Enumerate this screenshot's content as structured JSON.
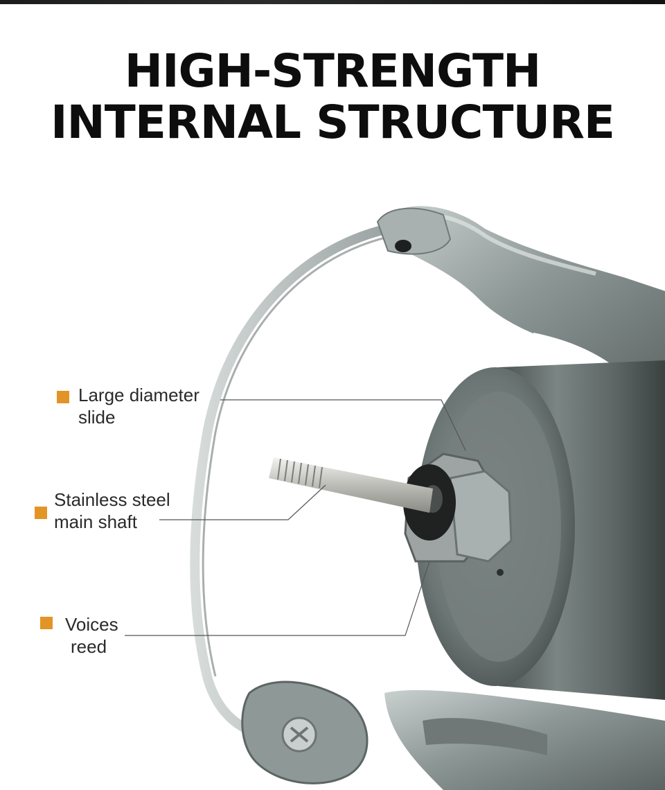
{
  "headline": {
    "line1": "HIGH-STRENGTH",
    "line2": "INTERNAL STRUCTURE"
  },
  "callouts": [
    {
      "line1": "Large diameter",
      "line2": "slide"
    },
    {
      "line1": "Stainless steel",
      "line2": "main shaft"
    },
    {
      "line1": "Voices",
      "line2": "reed"
    }
  ],
  "colors": {
    "marker": "#e39426",
    "headline": "#0d0d0d",
    "callout_text": "#2a2a2a",
    "leader_line": "#555555",
    "reel_body": "#6f7877"
  }
}
